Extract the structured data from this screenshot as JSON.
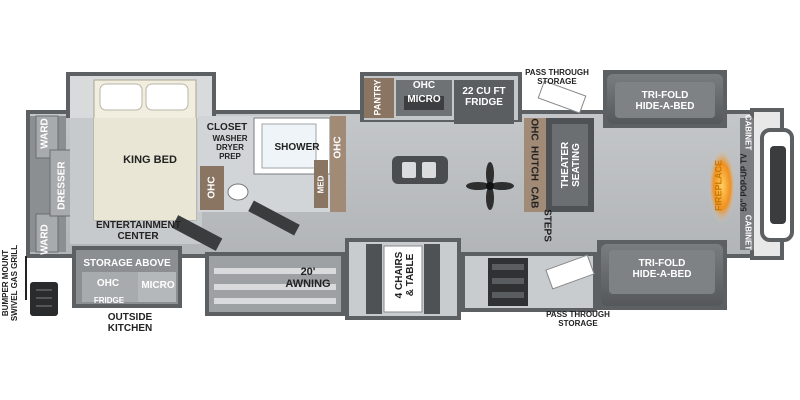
{
  "labels": {
    "pass_through_top": "PASS THROUGH\nSTORAGE",
    "pass_through_bottom": "PASS THROUGH\nSTORAGE",
    "pantry": "PANTRY",
    "ohc_kitchen": "OHC",
    "micro_kitchen": "MICRO",
    "fridge_22": "22 CU FT\nFRIDGE",
    "tri_fold_top": "TRI-FOLD\nHIDE-A-BED",
    "tri_fold_bottom": "TRI-FOLD\nHIDE-A-BED",
    "cabinet_top": "CABINET",
    "cabinet_bottom": "CABINET",
    "fireplace": "FIREPLACE",
    "popup_tv": "50\" POP-UP TV",
    "ward_top": "WARD",
    "ward_bottom": "WARD",
    "dresser": "DRESSER",
    "king_bed": "KING BED",
    "closet": "CLOSET",
    "washer_dryer": "WASHER\nDRYER\nPREP",
    "shower": "SHOWER",
    "ohc_bath_wall": "OHC",
    "ohc_bath": "OHC",
    "med": "MED",
    "ohc_hutch": "OHC",
    "hutch": "HUTCH",
    "cab": "CAB",
    "theater_seating": "THEATER\nSEATING",
    "steps": "STEPS",
    "entertainment_center": "ENTERTAINMENT\nCENTER",
    "storage_above": "STORAGE ABOVE",
    "ohc_outside": "OHC",
    "micro_outside": "MICRO",
    "fridge_outside": "FRIDGE",
    "outside_kitchen": "OUTSIDE\nKITCHEN",
    "awning": "20'\nAWNING",
    "chairs_table": "4 CHAIRS\n& TABLE",
    "bumper_grill": "BUMPER MOUNT\nSWIVEL GAS GRILL"
  },
  "colors": {
    "floor": "#b9bcbf",
    "wall": "#5d6063",
    "sofa": "#6b6e71",
    "wood": "#8a7563",
    "fireplace": "#f0a020"
  }
}
